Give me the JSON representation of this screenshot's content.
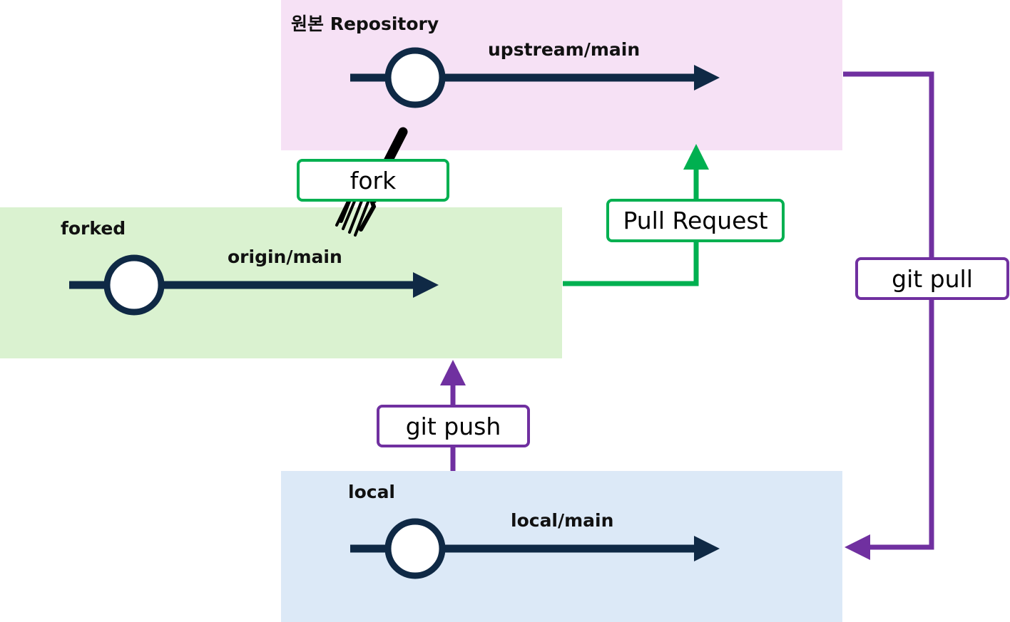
{
  "colors": {
    "upstream_bg": "#f6e1f5",
    "forked_bg": "#daf2d0",
    "local_bg": "#dce9f7",
    "branch_line": "#0f2945",
    "pull_request": "#00b050",
    "git": "#7030a0",
    "fork_icon": "#000000"
  },
  "repositories": {
    "upstream": {
      "label": "원본 Repository",
      "branch": "upstream/main"
    },
    "forked": {
      "label": "forked",
      "branch": "origin/main"
    },
    "local": {
      "label": "local",
      "branch": "local/main"
    }
  },
  "actions": {
    "fork": "fork",
    "pull_request": "Pull Request",
    "git_pull": "git pull",
    "git_push": "git push"
  },
  "icons": {
    "fork": "fork-icon",
    "commit": "commit-node-icon"
  }
}
